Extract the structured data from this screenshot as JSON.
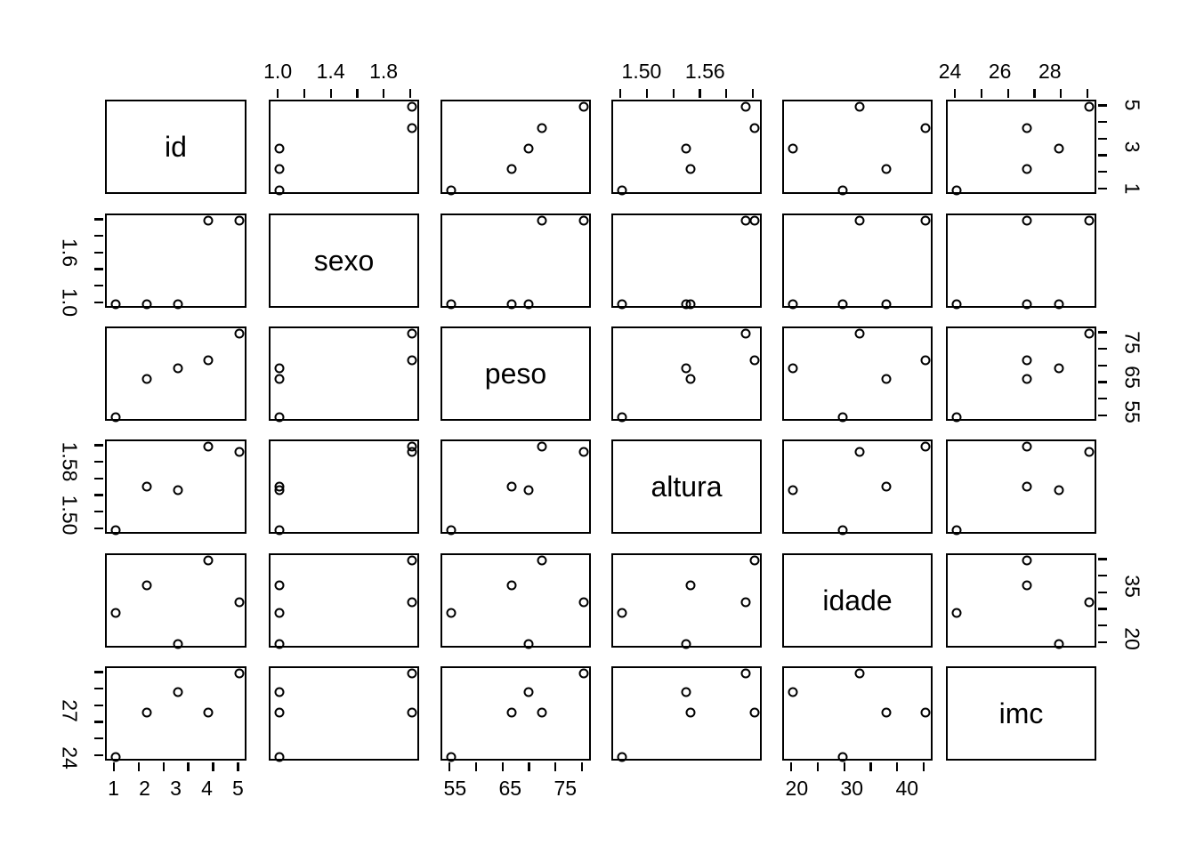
{
  "plot": {
    "type": "scatterplot-matrix",
    "title": "",
    "variables": [
      "id",
      "sexo",
      "peso",
      "altura",
      "idade",
      "imc"
    ],
    "n_observations": 5,
    "point_symbol": "open-circle"
  },
  "chart_data": {
    "type": "scatter",
    "title": "",
    "xlabel": "",
    "ylabel": "",
    "matrix": true,
    "variables": [
      "id",
      "sexo",
      "peso",
      "altura",
      "idade",
      "imc"
    ],
    "observations": [
      {
        "id": 1,
        "sexo": 1,
        "peso": 54,
        "altura": 1.48,
        "idade": 28,
        "imc": 24.2
      },
      {
        "id": 2,
        "sexo": 1,
        "peso": 65,
        "altura": 1.545,
        "idade": 36,
        "imc": 27.0
      },
      {
        "id": 3,
        "sexo": 1,
        "peso": 68,
        "altura": 1.54,
        "idade": 19,
        "imc": 28.3
      },
      {
        "id": 4,
        "sexo": 2,
        "peso": 70.5,
        "altura": 1.605,
        "idade": 43,
        "imc": 27.0
      },
      {
        "id": 5,
        "sexo": 2,
        "peso": 78,
        "altura": 1.597,
        "idade": 31,
        "imc": 29.5
      }
    ],
    "axes": {
      "id": {
        "range": [
          1,
          5
        ],
        "ticks": [
          1,
          2,
          3,
          4,
          5
        ],
        "labels": [
          "1",
          "2",
          "3",
          "4",
          "5"
        ]
      },
      "sexo": {
        "range": [
          1.0,
          2.0
        ],
        "ticks": [
          1.0,
          1.4,
          1.8
        ],
        "labels": [
          "1.0",
          "1.4",
          "1.8"
        ]
      },
      "peso": {
        "range": [
          54,
          78
        ],
        "ticks": [
          55,
          65,
          75
        ],
        "labels": [
          "55",
          "65",
          "75"
        ]
      },
      "altura": {
        "range": [
          1.48,
          1.605
        ],
        "ticks": [
          1.5,
          1.56
        ],
        "labels": [
          "1.50",
          "1.56"
        ]
      },
      "idade": {
        "range": [
          19,
          43
        ],
        "ticks": [
          20,
          30,
          40
        ],
        "labels": [
          "20",
          "30",
          "40"
        ]
      },
      "imc": {
        "range": [
          24.2,
          29.5
        ],
        "ticks": [
          24,
          26,
          28
        ],
        "labels": [
          "24",
          "26",
          "28"
        ]
      }
    },
    "axis_labels": {
      "top": [
        {
          "column": "sexo",
          "labels": [
            "1.0",
            "1.4",
            "1.8"
          ]
        },
        {
          "column": "altura",
          "labels": [
            "1.50",
            "1.56"
          ]
        },
        {
          "column": "imc",
          "labels": [
            "24",
            "26",
            "28"
          ]
        }
      ],
      "bottom": [
        {
          "column": "id",
          "labels": [
            "1",
            "2",
            "3",
            "4",
            "5"
          ]
        },
        {
          "column": "peso",
          "labels": [
            "55",
            "65",
            "75"
          ]
        },
        {
          "column": "idade",
          "labels": [
            "20",
            "30",
            "40"
          ]
        }
      ],
      "left": [
        {
          "row": "sexo",
          "labels": [
            "1.0",
            "1.6"
          ]
        },
        {
          "row": "altura",
          "labels": [
            "1.50",
            "1.58"
          ]
        },
        {
          "row": "imc",
          "labels": [
            "24",
            "27"
          ]
        }
      ],
      "right": [
        {
          "row": "id",
          "labels": [
            "1",
            "3",
            "5"
          ]
        },
        {
          "row": "peso",
          "labels": [
            "55",
            "65",
            "75"
          ]
        },
        {
          "row": "idade",
          "labels": [
            "20",
            "35"
          ]
        }
      ]
    },
    "grid": false,
    "legend": null
  },
  "colors": {
    "foreground": "#000000",
    "background": "#ffffff"
  }
}
